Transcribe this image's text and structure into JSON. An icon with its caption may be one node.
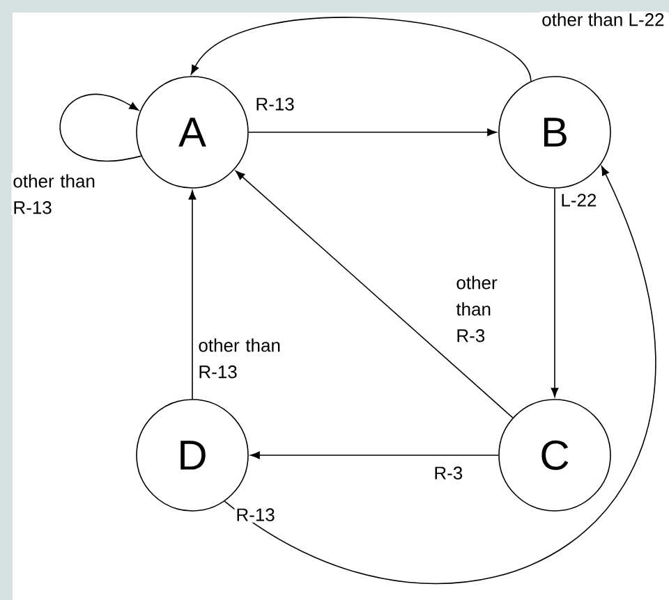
{
  "diagram": {
    "nodes": [
      {
        "text": [
          "A"
        ]
      },
      {
        "text": [
          "B"
        ]
      },
      {
        "text": [
          "C"
        ]
      },
      {
        "text": [
          "D"
        ]
      }
    ],
    "edges": [
      {
        "from": 0,
        "to": 0,
        "arrow": "to",
        "label": "other than R-13"
      },
      {
        "from": 0,
        "to": 1,
        "arrow": "to",
        "label": "R-13"
      },
      {
        "from": 1,
        "to": 0,
        "arrow": "to",
        "label": "other than L-22"
      },
      {
        "from": 1,
        "to": 2,
        "arrow": "to",
        "label": "L-22"
      },
      {
        "from": 2,
        "to": 0,
        "arrow": "to",
        "label": "other than R-3"
      },
      {
        "from": 2,
        "to": 3,
        "arrow": "to",
        "label": "R-3"
      },
      {
        "from": 3,
        "to": 0,
        "arrow": "to",
        "label": "other than R-13"
      },
      {
        "from": 3,
        "to": 1,
        "arrow": "to",
        "label": "R-13"
      }
    ]
  }
}
